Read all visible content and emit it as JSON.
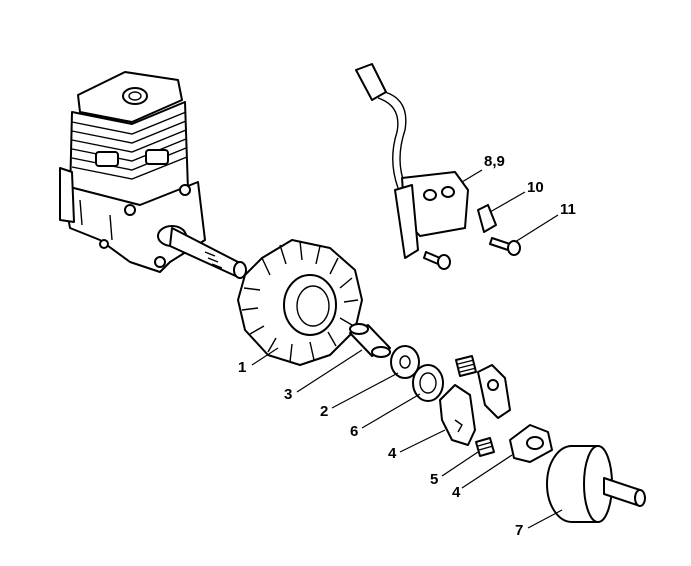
{
  "labels": {
    "flywheel": "1",
    "sleeve": "3",
    "washer": "2",
    "spring_washer": "6",
    "clutch_shoe": "4",
    "spring": "5",
    "carrier": "4",
    "drum": "7",
    "ignition_module": "8,9",
    "plate": "10",
    "screw": "11"
  }
}
